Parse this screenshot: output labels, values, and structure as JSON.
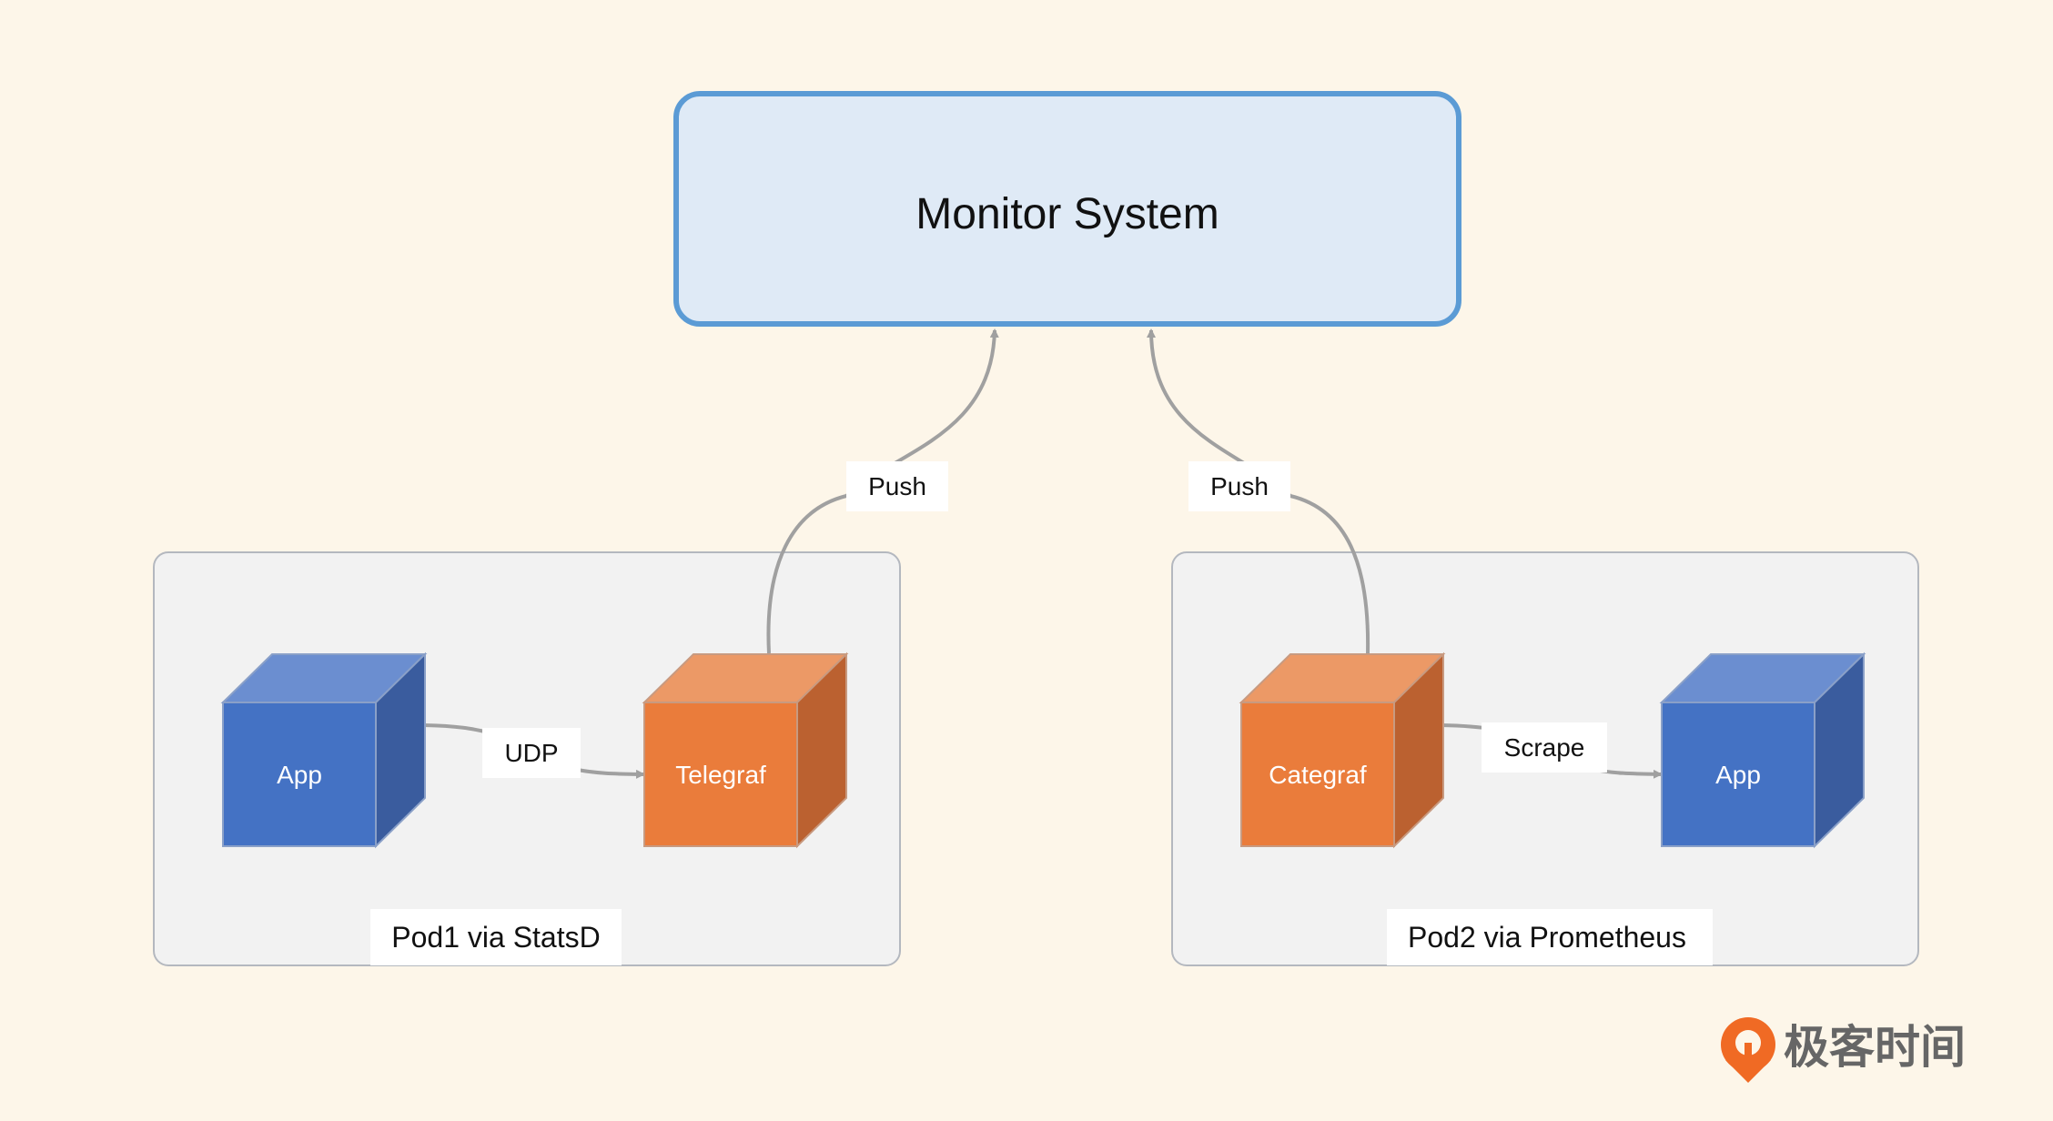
{
  "monitor": {
    "title": "Monitor System"
  },
  "pod1": {
    "label": "Pod1 via StatsD",
    "left_box": "App",
    "right_box": "Telegraf",
    "link_label": "UDP",
    "push_label": "Push"
  },
  "pod2": {
    "label": "Pod2 via Prometheus",
    "left_box": "Categraf",
    "right_box": "App",
    "link_label": "Scrape",
    "push_label": "Push"
  },
  "logo": {
    "text": "极客时间"
  },
  "colors": {
    "background": "#fdf6e9",
    "monitor_fill": "#dfeaf6",
    "monitor_stroke": "#5b9bd5",
    "pod_fill": "#f2f2f2",
    "pod_stroke": "#b4b8bf",
    "blue_front": "#4472c4",
    "blue_top": "#6b8ed0",
    "blue_side": "#3a5c9e",
    "orange_front": "#ea7c3b",
    "orange_top": "#ec9966",
    "orange_side": "#bb6130",
    "arrow": "#a0a0a0",
    "logo": "#f06a24"
  }
}
